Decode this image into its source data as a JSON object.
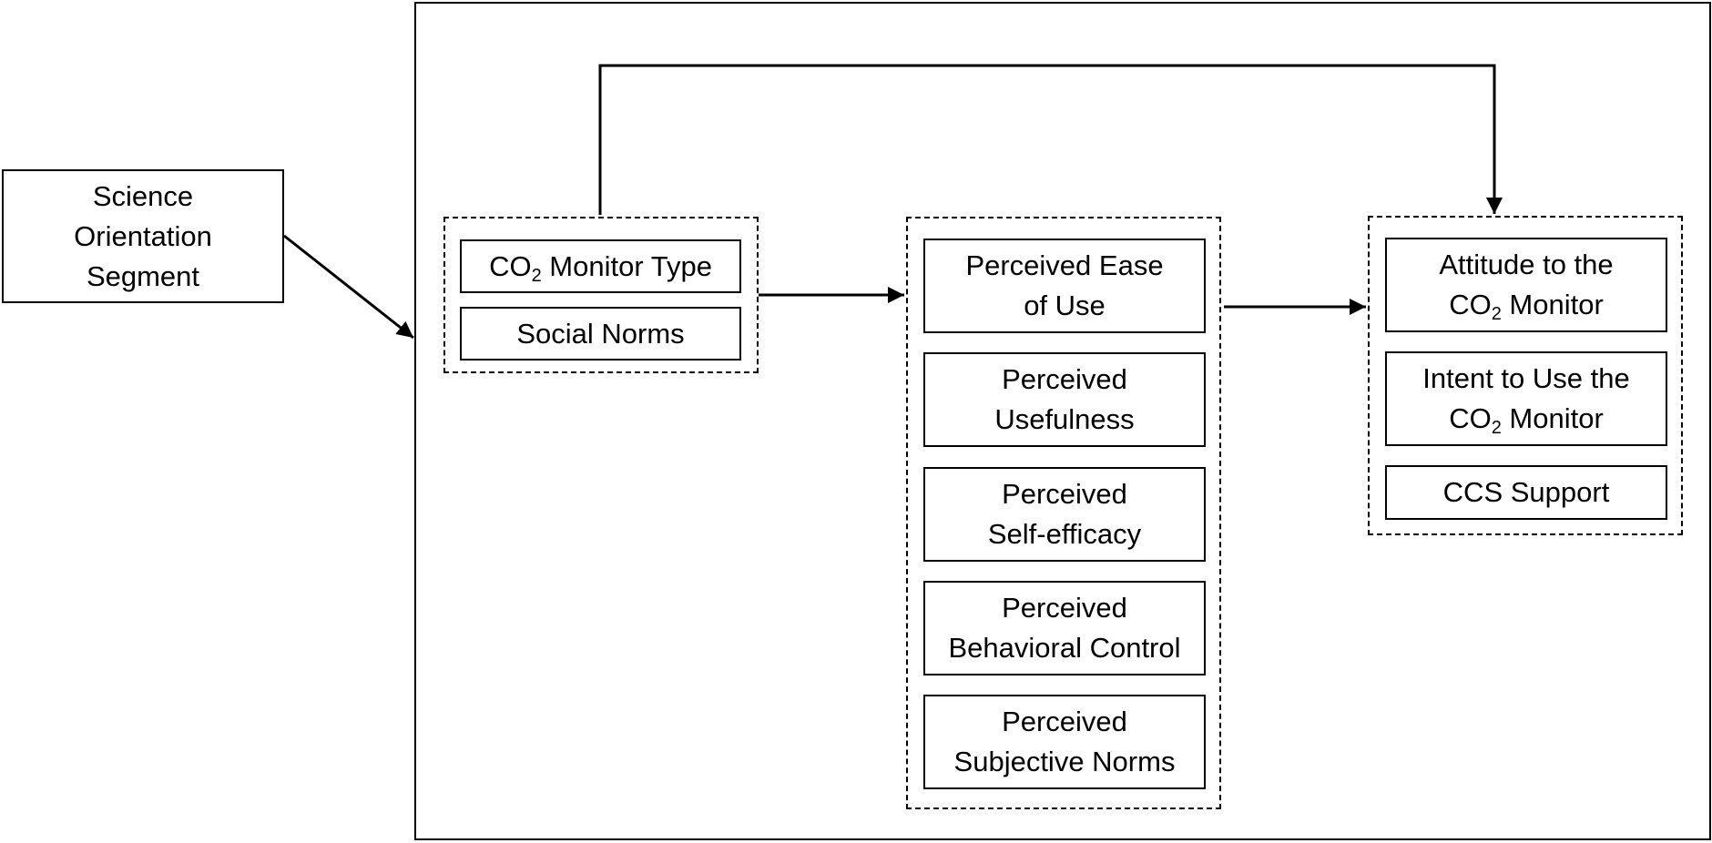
{
  "source": {
    "label": "Science\nOrientation\nSegment"
  },
  "group1": {
    "items": [
      {
        "pre": "CO",
        "sub": "2",
        "post": " Monitor Type"
      },
      {
        "label": "Social Norms"
      }
    ]
  },
  "group2": {
    "items": [
      {
        "label": "Perceived Ease\nof Use"
      },
      {
        "label": "Perceived\nUsefulness"
      },
      {
        "label": "Perceived\nSelf-efficacy"
      },
      {
        "label": "Perceived\nBehavioral Control"
      },
      {
        "label": "Perceived\nSubjective Norms"
      }
    ]
  },
  "group3": {
    "items": [
      {
        "line1": "Attitude to the",
        "pre": "CO",
        "sub": "2",
        "post": " Monitor"
      },
      {
        "line1": "Intent to Use the",
        "pre": "CO",
        "sub": "2",
        "post": " Monitor"
      },
      {
        "label": "CCS Support"
      }
    ]
  }
}
